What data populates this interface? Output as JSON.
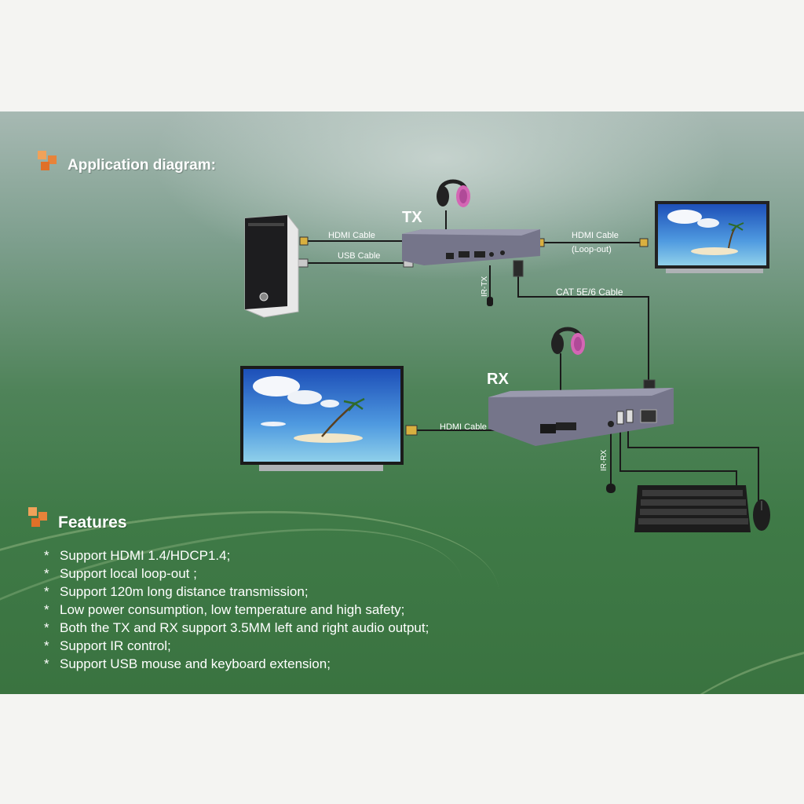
{
  "colors": {
    "accent_orange": "#e8833a",
    "panel_green": "#3f7a47",
    "device_gray": "#6f6f86"
  },
  "diagram": {
    "heading": "Application diagram:",
    "tx_label": "TX",
    "rx_label": "RX",
    "cables": {
      "tx_hdmi_in": "HDMI Cable",
      "tx_usb": "USB Cable",
      "tx_hdmi_out": "HDMI Cable",
      "tx_loop_out": "(Loop-out)",
      "cat": "CAT 5E/6 Cable",
      "rx_hdmi": "HDMI Cable"
    },
    "ir_tx": "IR-TX",
    "ir_rx": "IR-RX",
    "icons": [
      "pc-tower-icon",
      "headphones-icon",
      "monitor-icon",
      "tv-icon",
      "keyboard-icon",
      "mouse-icon",
      "ir-sensor-icon"
    ]
  },
  "features": {
    "heading": "Features",
    "items": [
      "Support HDMI 1.4/HDCP1.4;",
      "Support local loop-out ;",
      "Support 120m long distance transmission;",
      "Low power consumption, low temperature and high safety;",
      "Both the TX and RX support 3.5MM left and right audio output;",
      "Support IR control;",
      "Support USB mouse and keyboard extension;"
    ]
  }
}
